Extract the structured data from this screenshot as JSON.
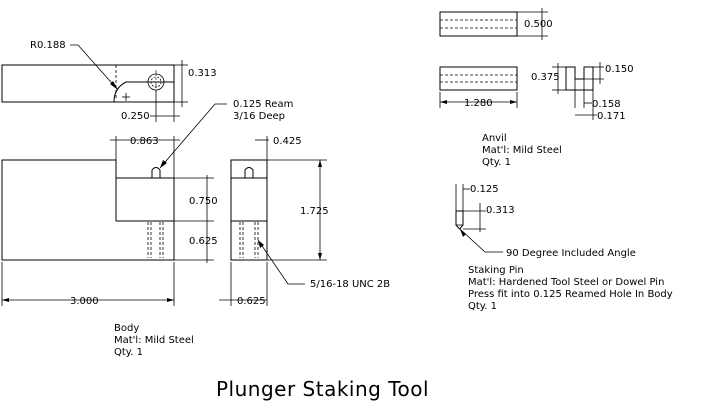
{
  "title": "Plunger Staking Tool",
  "body": {
    "dims": {
      "radius": "R0.188",
      "height_top": "0.313",
      "hole_offset": "0.250",
      "ream_note": "0.125 Ream",
      "ream_depth": "3/16 Deep",
      "step_width": "0.863",
      "side_width": "0.425",
      "upper_height": "0.750",
      "lower_height": "0.625",
      "total_height": "1.725",
      "thread": "5/16-18 UNC 2B",
      "length": "3.000",
      "side_depth": "0.625"
    },
    "notes": [
      "Body",
      "Mat'l: Mild Steel",
      "Qty. 1"
    ]
  },
  "anvil": {
    "dims": {
      "height": "0.500",
      "length": "1.280",
      "side_height": "0.375",
      "slot_depth": "0.150",
      "slot_width": "0.158",
      "side_width": "0.171"
    },
    "notes": [
      "Anvil",
      "Mat'l: Mild Steel",
      "Qty. 1"
    ]
  },
  "staking_pin": {
    "dims": {
      "diameter": "0.125",
      "length": "0.313",
      "angle_note": "90 Degree Included Angle"
    },
    "notes": [
      "Staking Pin",
      "Mat'l: Hardened Tool Steel or Dowel Pin",
      "Press fit into 0.125 Reamed Hole In Body",
      "Qty. 1"
    ]
  }
}
